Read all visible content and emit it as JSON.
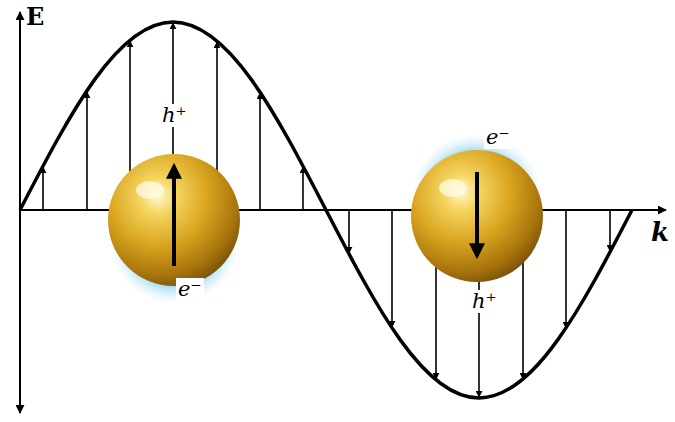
{
  "diagram": {
    "labels": [
      "E",
      "k",
      "h⁺",
      "e⁻",
      "e⁻",
      "h⁺"
    ]
  }
}
